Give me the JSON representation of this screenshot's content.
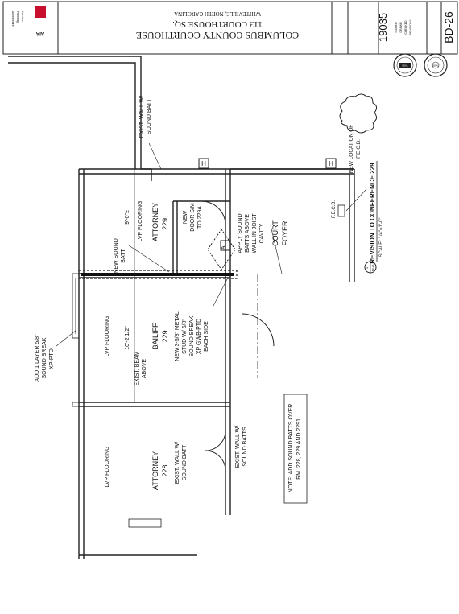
{
  "title_block": {
    "project_name": "COLUMBUS COUNTY COURTHOUSE",
    "address": "113 COURTHOUSE SQ.",
    "city": "WHITEVILLE, NORTH CAROLINA",
    "project_number": "19035",
    "sheet_number": "BD-26",
    "firm_logo": "AIA",
    "firm_services": [
      "Architecture",
      "Planning",
      "Interiors"
    ],
    "small_info": [
      "ISSUED",
      "DRAWN",
      "CHECKED",
      "REVISIONS"
    ],
    "seal_1_text": "SEAL",
    "seal_2_text": "SEAL"
  },
  "rooms": {
    "attorney_2291": {
      "name": "ATTORNEY",
      "number": "2291"
    },
    "bailiff_229": {
      "name": "BAILIFF",
      "number": "229"
    },
    "attorney_228": {
      "name": "ATTORNEY",
      "number": "228"
    },
    "court_foyer": {
      "line1": "COURT",
      "line2": "FOYER"
    }
  },
  "dimensions": {
    "dim_2291": "9'-0\"±",
    "dim_229": "10'-2 1/2\""
  },
  "notes": {
    "lvp_2291": "LVP FLOORING",
    "lvp_229": "LVP FLOORING",
    "lvp_228": "LVP FLOORING",
    "exist_wall_top": [
      "EXIST. WALL W/",
      "SOUND BATT"
    ],
    "new_sound_batt": [
      "NEW SOUND",
      "BATT"
    ],
    "new_door": [
      "NEW",
      "DOOR S/M",
      "TO 229A"
    ],
    "add_layer": [
      "ADD 1 LAYER 5/8\"",
      "SOUND BREAK",
      "XP-PTD."
    ],
    "exist_beam": [
      "EXIST. BEAM",
      "ABOVE"
    ],
    "new_stud": [
      "NEW 3-5/8\" METAL",
      "STUD W/ 5/8\"",
      "SOUND BREAK",
      "XP GWB-PTD",
      "EACH SIDE"
    ],
    "apply_sound": [
      "APPLY SOUND",
      "BATTS ABOVE",
      "WALL IN JOIST",
      "CAVITY"
    ],
    "fecb": "F.E.C.B.",
    "new_location": [
      "NEW LOCATION OF",
      "F.E.C.B."
    ],
    "exist_wall_228": [
      "EXIST. WALL W/",
      "SOUND BATT"
    ],
    "exist_wall_batts": [
      "EXIST. WALL W/",
      "SOUND BATTS"
    ],
    "general_note": [
      "NOTE: ADD SOUND BATTS OVER",
      "RM. 228, 229 AND 2291."
    ],
    "tag_letter": "A"
  },
  "plan_title": {
    "title": "REVISION TO CONFERENCE 229",
    "scale": "SCALE: 1/4\"=1'-0\"",
    "bubble_top": "1",
    "bubble_bottom": "BD-26"
  }
}
